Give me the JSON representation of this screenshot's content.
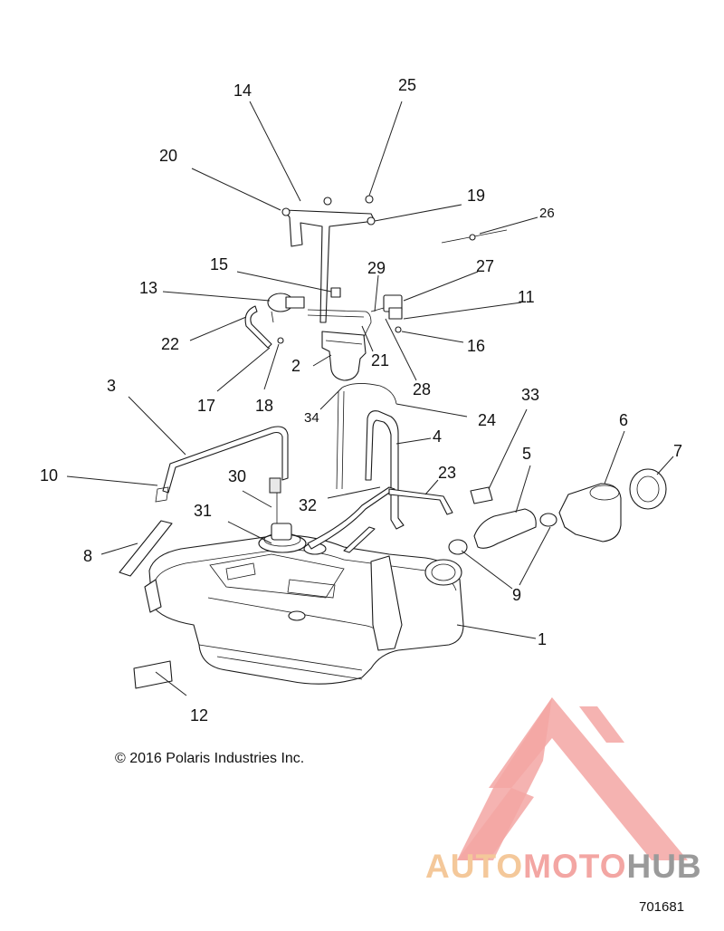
{
  "callouts": {
    "c1": "1",
    "c2": "2",
    "c3": "3",
    "c4": "4",
    "c5": "5",
    "c6": "6",
    "c7": "7",
    "c8": "8",
    "c9": "9",
    "c10": "10",
    "c11": "11",
    "c12": "12",
    "c13": "13",
    "c14": "14",
    "c15": "15",
    "c16": "16",
    "c17": "17",
    "c18": "18",
    "c19": "19",
    "c20": "20",
    "c21": "21",
    "c22": "22",
    "c23": "23",
    "c24": "24",
    "c25": "25",
    "c26": "26",
    "c27": "27",
    "c28": "28",
    "c29": "29",
    "c30": "30",
    "c31": "31",
    "c32": "32",
    "c33": "33",
    "c34": "34"
  },
  "footer": {
    "copyright": "© 2016 Polaris Industries Inc.",
    "drawing_number": "701681"
  },
  "watermark": {
    "part_a": "AUTO",
    "part_b": "MOTO",
    "part_c": "HUB",
    "colors": {
      "triangle": "#f3a6a3",
      "auto": "#f4c89a",
      "moto": "#f3a6a3",
      "hub": "#9a9a9a"
    }
  }
}
